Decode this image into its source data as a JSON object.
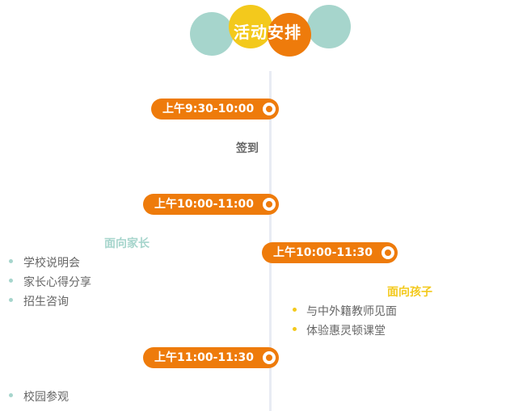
{
  "header": {
    "title": "活动安排",
    "colors": {
      "teal": "#a6d5cc",
      "yellow": "#f3c91c",
      "orange": "#ee7b0b"
    }
  },
  "timeline": {
    "accent": "#ee7b0b",
    "slots": [
      {
        "time": "上午9:30-10:00",
        "note": "签到"
      },
      {
        "time": "上午10:00-11:00",
        "audience": "面向家长",
        "audience_color": "#a6d5cc",
        "items": [
          "学校说明会",
          "家长心得分享",
          "招生咨询"
        ]
      },
      {
        "time": "上午10:00-11:30",
        "audience": "面向孩子",
        "audience_color": "#f3c91c",
        "items": [
          "与中外籍教师见面",
          "体验惠灵顿课堂"
        ]
      },
      {
        "time": "上午11:00-11:30",
        "items": [
          "校园参观"
        ]
      }
    ]
  }
}
